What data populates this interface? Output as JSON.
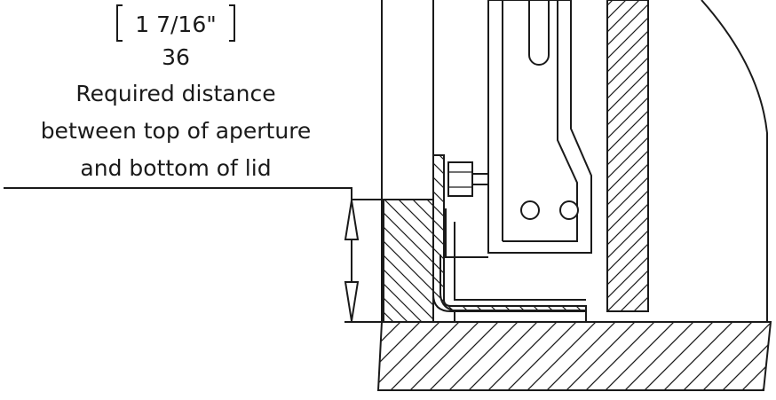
{
  "dimension": {
    "imperial": "1 7/16\"",
    "metric": "36"
  },
  "note": {
    "line1": "Required distance",
    "line2": "between top of aperture",
    "line3": "and bottom of lid"
  },
  "colors": {
    "ink": "#1a1a1a",
    "background": "#ffffff"
  }
}
